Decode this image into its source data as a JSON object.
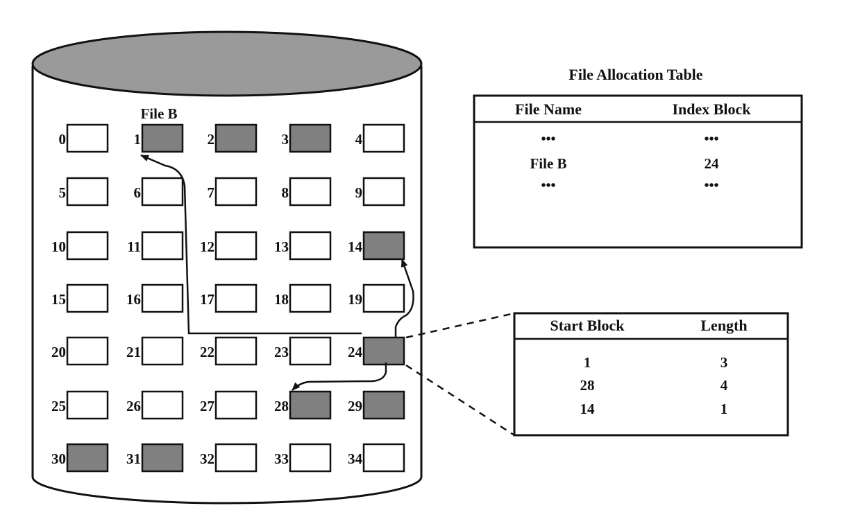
{
  "colors": {
    "filled": "#808080",
    "empty": "#ffffff",
    "top": "#9a9a9a",
    "line": "#111111"
  },
  "disk": {
    "file_label": "File B",
    "blocks": [
      {
        "n": "0",
        "filled": false
      },
      {
        "n": "1",
        "filled": true
      },
      {
        "n": "2",
        "filled": true
      },
      {
        "n": "3",
        "filled": true
      },
      {
        "n": "4",
        "filled": false
      },
      {
        "n": "5",
        "filled": false
      },
      {
        "n": "6",
        "filled": false
      },
      {
        "n": "7",
        "filled": false
      },
      {
        "n": "8",
        "filled": false
      },
      {
        "n": "9",
        "filled": false
      },
      {
        "n": "10",
        "filled": false
      },
      {
        "n": "11",
        "filled": false
      },
      {
        "n": "12",
        "filled": false
      },
      {
        "n": "13",
        "filled": false
      },
      {
        "n": "14",
        "filled": true
      },
      {
        "n": "15",
        "filled": false
      },
      {
        "n": "16",
        "filled": false
      },
      {
        "n": "17",
        "filled": false
      },
      {
        "n": "18",
        "filled": false
      },
      {
        "n": "19",
        "filled": false
      },
      {
        "n": "20",
        "filled": false
      },
      {
        "n": "21",
        "filled": false
      },
      {
        "n": "22",
        "filled": false
      },
      {
        "n": "23",
        "filled": false
      },
      {
        "n": "24",
        "filled": true
      },
      {
        "n": "25",
        "filled": false
      },
      {
        "n": "26",
        "filled": false
      },
      {
        "n": "27",
        "filled": false
      },
      {
        "n": "28",
        "filled": true
      },
      {
        "n": "29",
        "filled": true
      },
      {
        "n": "30",
        "filled": true
      },
      {
        "n": "31",
        "filled": true
      },
      {
        "n": "32",
        "filled": false
      },
      {
        "n": "33",
        "filled": false
      },
      {
        "n": "34",
        "filled": false
      }
    ]
  },
  "fat": {
    "title": "File Allocation Table",
    "headers": [
      "File Name",
      "Index Block"
    ],
    "rows": [
      [
        "•••",
        "•••"
      ],
      [
        "File B",
        "24"
      ],
      [
        "•••",
        "•••"
      ]
    ]
  },
  "index_block": {
    "headers": [
      "Start Block",
      "Length"
    ],
    "rows": [
      [
        "1",
        "3"
      ],
      [
        "28",
        "4"
      ],
      [
        "14",
        "1"
      ]
    ]
  }
}
